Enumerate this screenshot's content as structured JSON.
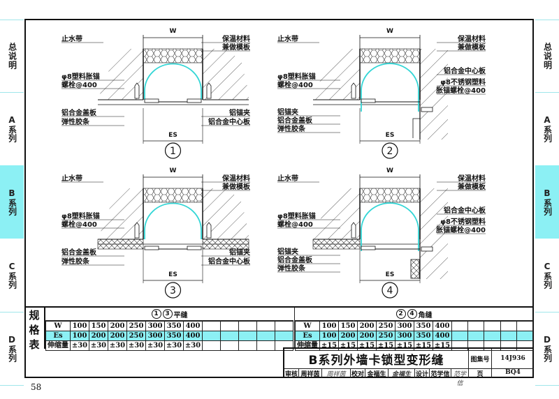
{
  "sidebar": {
    "tabs": [
      {
        "letter": "",
        "label": "总说明"
      },
      {
        "letter": "A",
        "label": "系列"
      },
      {
        "letter": "B",
        "label": "系列"
      },
      {
        "letter": "C",
        "label": "系列"
      },
      {
        "letter": "D",
        "label": "系列"
      }
    ],
    "active_index": 2,
    "active_color": "#8cf0f4"
  },
  "details": [
    {
      "number": "1",
      "dim_w": "W",
      "dim_es": "ES",
      "labels_left": [
        "止水带",
        "φ8塑料胀锚",
        "螺栓@400",
        "铝合金盖板",
        "弹性胶条"
      ],
      "labels_right": [
        "保温材料",
        "兼做模板",
        "铝锚夹",
        "铝合金中心板"
      ]
    },
    {
      "number": "2",
      "dim_w": "W",
      "dim_es": "ES",
      "labels_left": [
        "止水带",
        "φ8塑料胀锚",
        "螺栓@400",
        "铝锚夹",
        "铝合金盖板",
        "弹性胶条"
      ],
      "labels_right": [
        "保温材料",
        "兼做模板",
        "铝合金中心板",
        "φ8不锈钢塑料",
        "胀锚螺栓@400"
      ]
    },
    {
      "number": "3",
      "dim_w": "W",
      "dim_es": "ES",
      "labels_left": [
        "止水带",
        "φ8塑料胀锚",
        "螺栓@400",
        "铝合金盖板",
        "弹性胶条"
      ],
      "labels_right": [
        "保温材料",
        "兼做模板",
        "铝锚夹",
        "铝合金中心板"
      ]
    },
    {
      "number": "4",
      "dim_w": "W",
      "dim_es": "ES",
      "labels_left": [
        "止水带",
        "φ8塑料胀锚",
        "螺栓@400",
        "铝锚夹",
        "铝合金盖板",
        "弹性胶条"
      ],
      "labels_right": [
        "保温材料",
        "兼做模板",
        "铝合金中心板",
        "φ8不锈钢塑料",
        "胀锚螺栓@400"
      ]
    }
  ],
  "spec_table": {
    "side_label": [
      "规",
      "格",
      "表"
    ],
    "groups": [
      {
        "title_nums": [
          "1",
          "3"
        ],
        "title": "平缝",
        "row_labels": [
          "W",
          "Es",
          "伸缩量"
        ],
        "w": [
          "100",
          "150",
          "200",
          "250",
          "300",
          "350",
          "400"
        ],
        "es": [
          "100",
          "200",
          "200",
          "250",
          "300",
          "350",
          "400"
        ],
        "stretch": [
          "±30",
          "±30",
          "±30",
          "±30",
          "±30",
          "±30",
          "±30"
        ]
      },
      {
        "title_nums": [
          "2",
          "4"
        ],
        "title": "角缝",
        "row_labels": [
          "W",
          "Es",
          "伸缩量"
        ],
        "w": [
          "100",
          "150",
          "200",
          "250",
          "300",
          "350",
          "400"
        ],
        "es": [
          "100",
          "200",
          "200",
          "250",
          "300",
          "350",
          "400"
        ],
        "stretch": [
          "±15",
          "±15",
          "±15",
          "±15",
          "±15",
          "±15",
          "±15"
        ]
      }
    ]
  },
  "title_block": {
    "title": "B系列外墙卡锁型变形缝",
    "atlas_label": "图集号",
    "atlas_value": "14J936",
    "review_label": "审核",
    "review_name": "周祥茵",
    "review_sign": "周祥茵",
    "check_label": "校对",
    "check_name": "金福生",
    "check_sign": "金福生",
    "design_label": "设计",
    "design_name": "范学信",
    "design_sign": "范学信",
    "page_label": "页",
    "page_value": "BQ4"
  },
  "page_number": "58",
  "colors": {
    "waterstop": "#33d6d6",
    "highlight": "#8cf0f4"
  }
}
